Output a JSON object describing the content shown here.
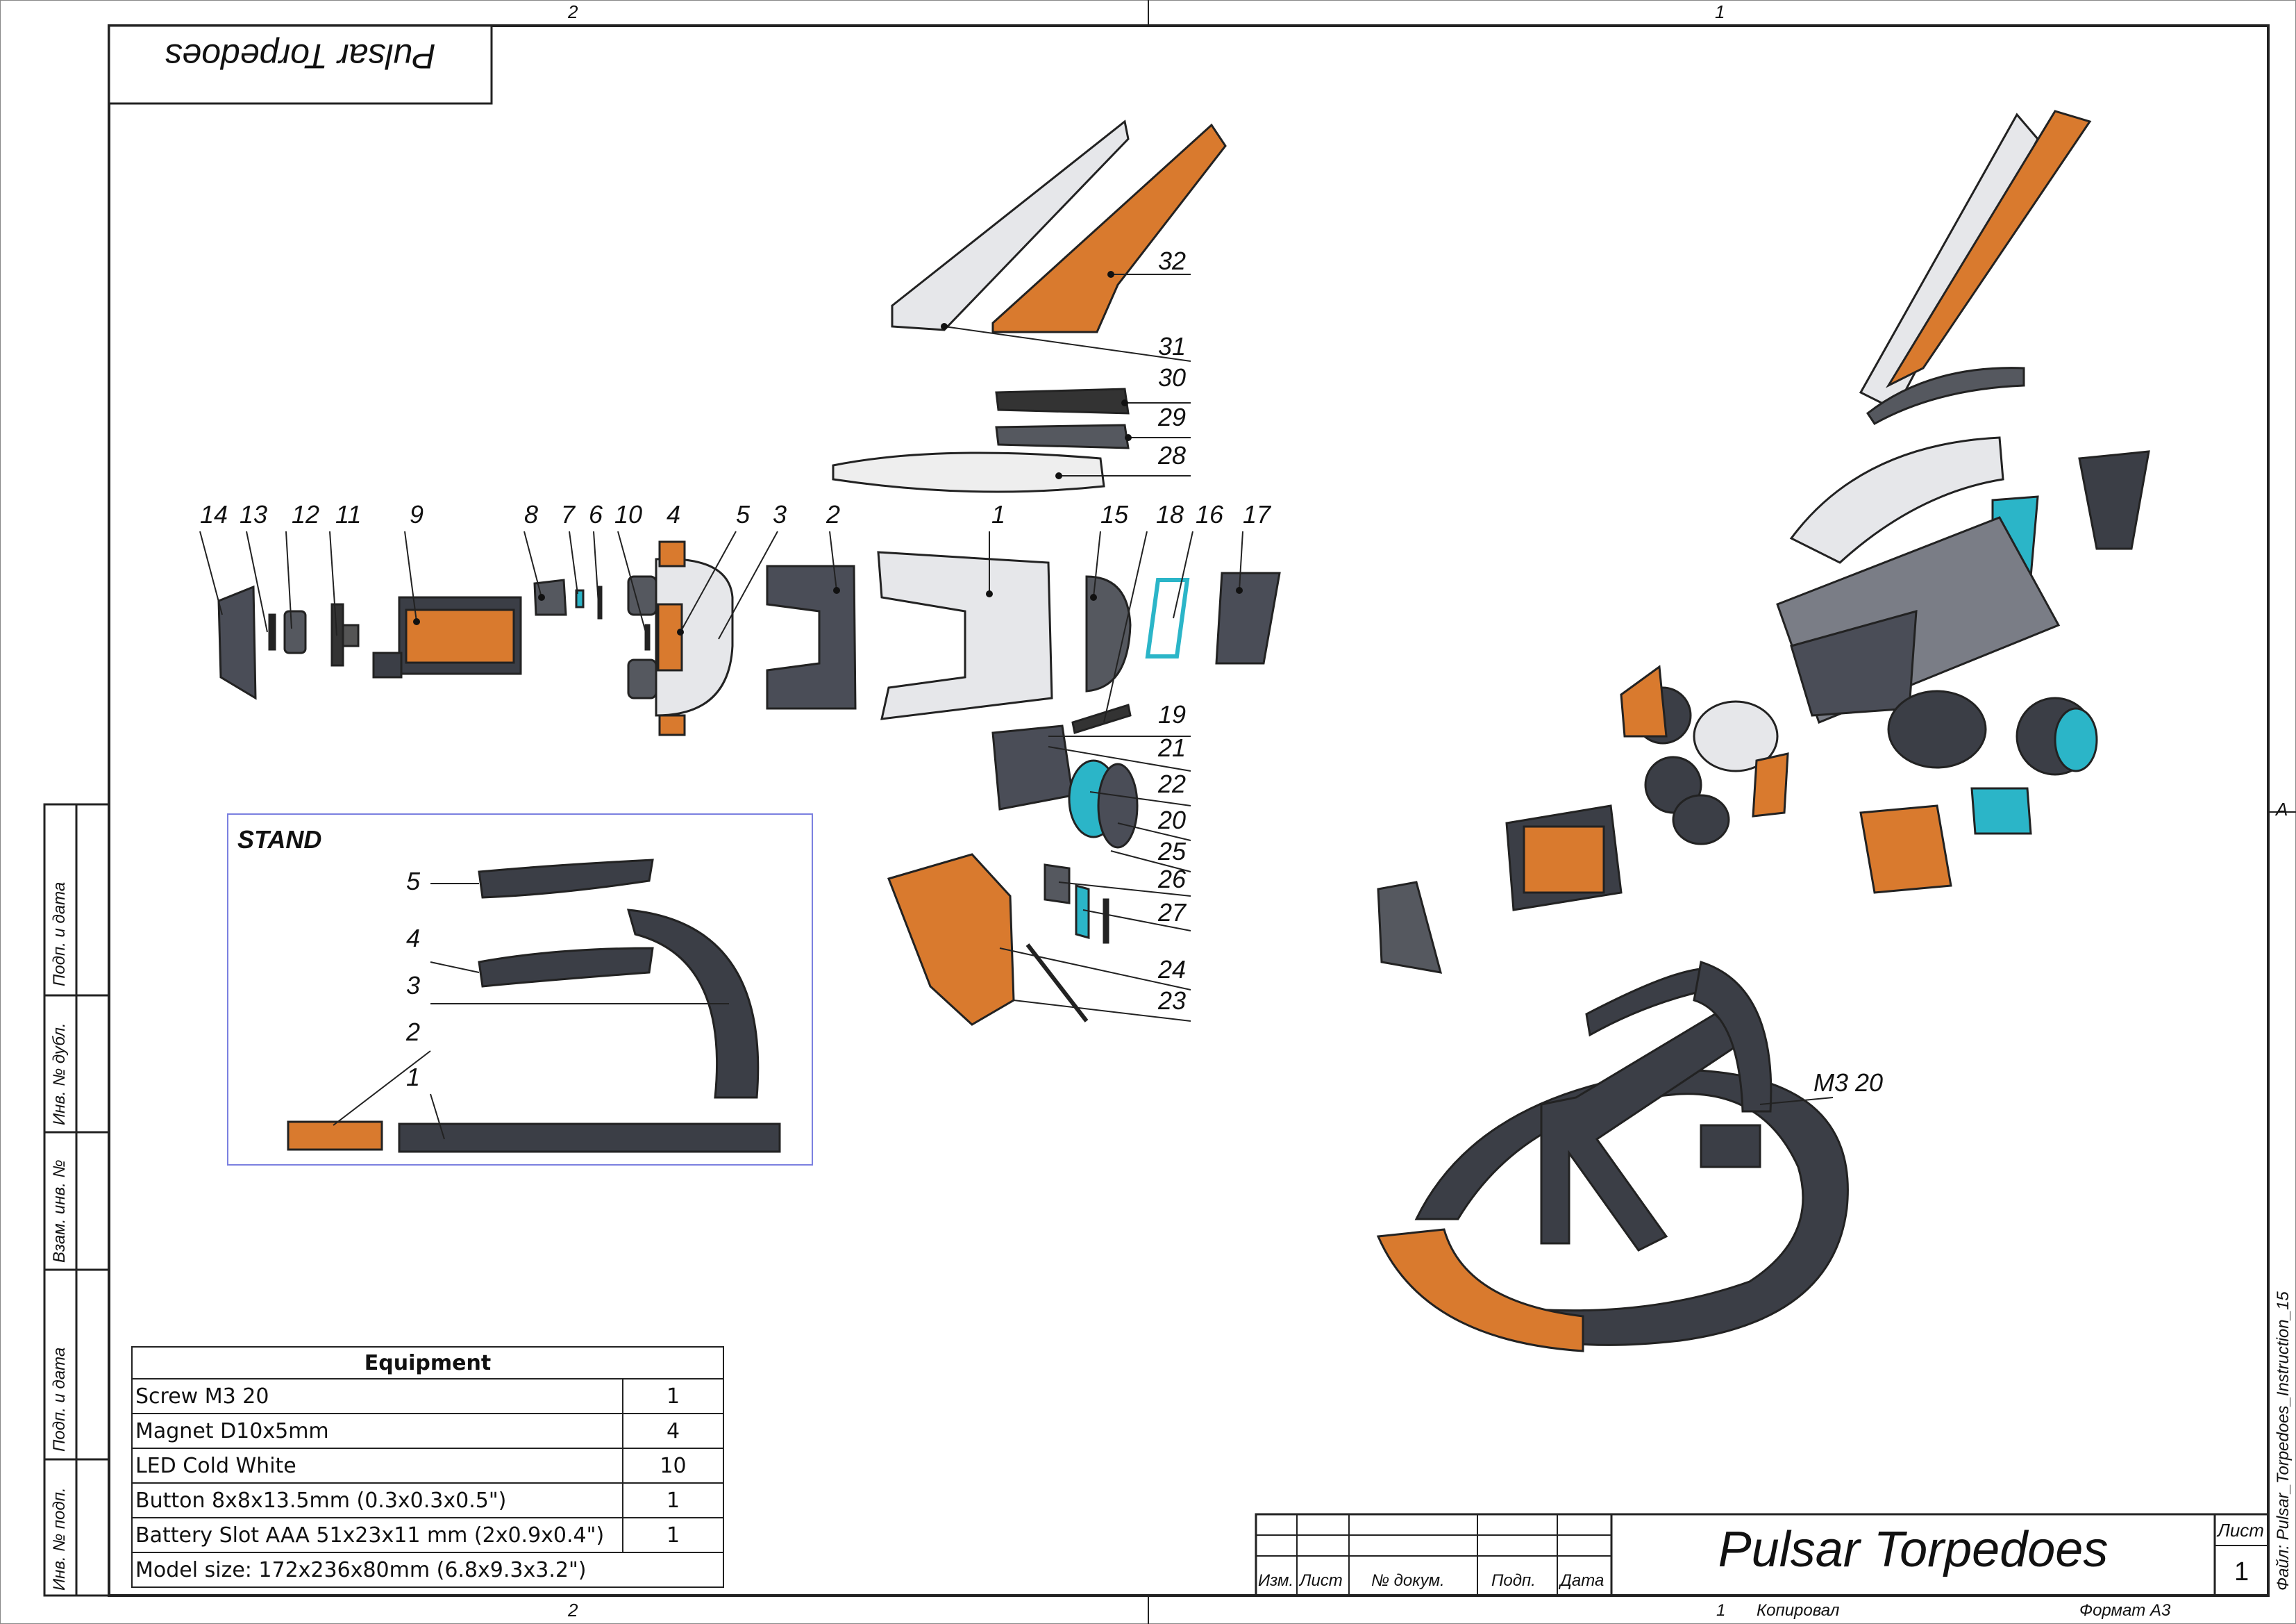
{
  "frame": {
    "zones_top": [
      "2",
      "1"
    ],
    "zones_bottom": [
      "2"
    ],
    "zone_right": "A"
  },
  "mirrored_title": "Pulsar Torpedoes",
  "side_stamps": [
    "Подп. и дата",
    "Инв. № дубл.",
    "Взам. инв. №",
    "Подп. и дата",
    "Инв. № подп."
  ],
  "file_label": "Файл: Pulsar_Torpedoes_Instruction_15",
  "parts": {
    "labels_left_row": [
      "14",
      "13",
      "12",
      "11",
      "9",
      "8",
      "7",
      "6",
      "10",
      "4",
      "5",
      "3",
      "2",
      "1",
      "15",
      "18",
      "16",
      "17"
    ],
    "labels_right_column": [
      "32",
      "31",
      "30",
      "29",
      "28",
      "19",
      "21",
      "22",
      "20",
      "25",
      "26",
      "27",
      "24",
      "23"
    ]
  },
  "stand": {
    "title": "STAND",
    "labels": [
      "5",
      "4",
      "3",
      "2",
      "1"
    ]
  },
  "assembly_callout": "M3 20",
  "equipment": {
    "header": "Equipment",
    "rows": [
      {
        "item": "Screw M3 20",
        "qty": "1"
      },
      {
        "item": "Magnet D10x5mm",
        "qty": "4"
      },
      {
        "item": "LED Cold White",
        "qty": "10"
      },
      {
        "item": "Button 8x8x13.5mm (0.3x0.3x0.5\")",
        "qty": "1"
      },
      {
        "item": "Battery Slot AAA 51x23x11 mm (2x0.9x0.4\")",
        "qty": "1"
      }
    ],
    "model_size": "Model size: 172x236x80mm (6.8x9.3x3.2\")"
  },
  "title_block": {
    "headers": [
      "Изм.",
      "Лист",
      "№ докум.",
      "Подп.",
      "Дата"
    ],
    "title": "Pulsar Torpedoes",
    "sheet_label": "Лист",
    "sheet_number": "1"
  },
  "footer": {
    "copy_number": "1",
    "copied": "Копировал",
    "format": "Формат А3"
  },
  "colors": {
    "line": "#222222",
    "orange": "#d97a2e",
    "dark_grey": "#4a4d57",
    "light_grey": "#e6e7ea",
    "teal": "#2bb5c8",
    "stand_frame": "#7b80e0"
  }
}
